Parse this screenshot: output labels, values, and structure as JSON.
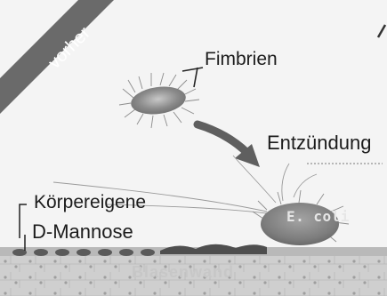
{
  "banner": {
    "text": "vorher"
  },
  "labels": {
    "fimbrien": "Fimbrien",
    "entzuendung": "Entzündung",
    "koerpereigene": "Körpereigene",
    "d_mannose": "D-Mannose",
    "e_coli": "E. coli",
    "blasenwand": "Blasenwand"
  },
  "colors": {
    "background": "#f4f4f4",
    "banner": "#6a6a6a",
    "bacterium": "#8a8a8a",
    "arrow": "#5f5f5f",
    "bladder_wall": "#c9c9c9",
    "mannose_dots": "#5a5a5a"
  }
}
